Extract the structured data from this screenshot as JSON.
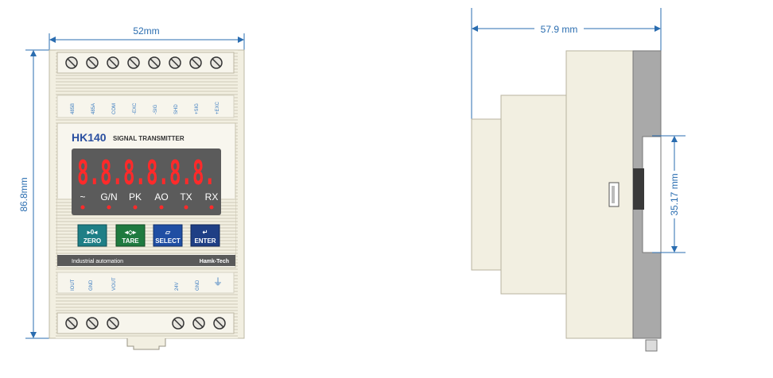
{
  "dimensions": {
    "width": "52mm",
    "height": "86.8mm",
    "depth": "57.9 mm",
    "rail": "35.17 mm"
  },
  "terminals": {
    "top_labels": [
      "485B",
      "485A",
      "COM",
      "-EXC",
      "-SIG",
      "SHD",
      "+SIG",
      "+EXC"
    ],
    "bottom_labels": [
      "IOUT",
      "GND",
      "VOUT",
      "24V",
      "GND"
    ],
    "ground_symbol": "⏚"
  },
  "device": {
    "model": "HK140",
    "subtitle": "SIGNAL TRANSMITTER",
    "display": "8.8.8.8.8.8.",
    "indicators": [
      "~",
      "G/N",
      "PK",
      "AO",
      "TX",
      "RX"
    ],
    "footer_left": "Industrial automation",
    "footer_right": "Hamk-Tech"
  },
  "buttons": [
    {
      "icon": "▸0◂",
      "label": "ZERO",
      "color": "#1e7f86"
    },
    {
      "icon": "◂◇▸",
      "label": "TARE",
      "color": "#1f7a3f"
    },
    {
      "icon": "▱",
      "label": "SELECT",
      "color": "#1f4ea3"
    },
    {
      "icon": "↵",
      "label": "ENTER",
      "color": "#1f3f85"
    }
  ],
  "colors": {
    "dimension": "#2a6db0",
    "housing": "#f2efe1",
    "display_bg": "#5b5b5b",
    "segment": "#ff2a2a",
    "model_text": "#2a4fa0"
  }
}
